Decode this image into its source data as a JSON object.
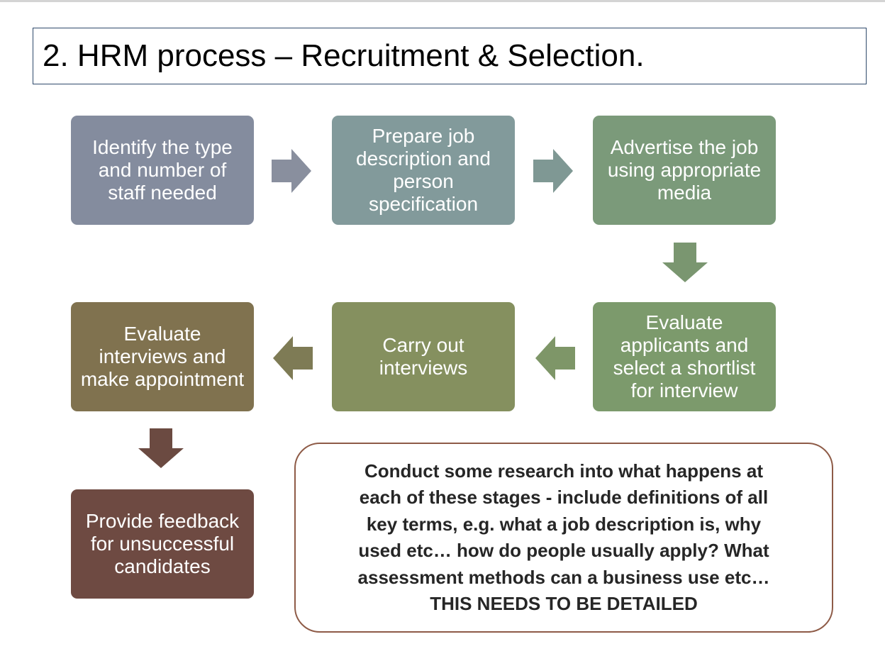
{
  "title": "2. HRM process – Recruitment & Selection.",
  "steps": [
    {
      "id": "identify-staff",
      "label": "Identify the type and number of staff needed",
      "color": "#848c9e"
    },
    {
      "id": "prepare-job-description",
      "label": "Prepare job description and person specification",
      "color": "#829a9b"
    },
    {
      "id": "advertise-job",
      "label": "Advertise the job using appropriate media",
      "color": "#7b9a7a"
    },
    {
      "id": "evaluate-applicants",
      "label": "Evaluate applicants and select a shortlist for interview",
      "color": "#7c9a6c"
    },
    {
      "id": "carry-out-interviews",
      "label": "Carry out interviews",
      "color": "#85905f"
    },
    {
      "id": "evaluate-interviews",
      "label": "Evaluate interviews and make appointment",
      "color": "#80724f"
    },
    {
      "id": "provide-feedback",
      "label": "Provide feedback for unsuccessful candidates",
      "color": "#6e4a42"
    }
  ],
  "arrow_colors": {
    "step1_to_step2": "#898f9e",
    "step2_to_step3": "#7f9894",
    "step3_to_step4": "#7a9670",
    "step4_to_step5": "#7e9668",
    "step5_to_step6": "#7e7b55",
    "step6_to_step7": "#6b4a41"
  },
  "note": {
    "text": "Conduct some research  into what happens at\neach of these stages -  include definitions of all\nkey terms, e.g. what a job description is, why\nused etc… how do people usually apply? What\nassessment methods can a business use etc…\nTHIS NEEDS TO BE DETAILED",
    "border_color": "#8e5b47"
  }
}
